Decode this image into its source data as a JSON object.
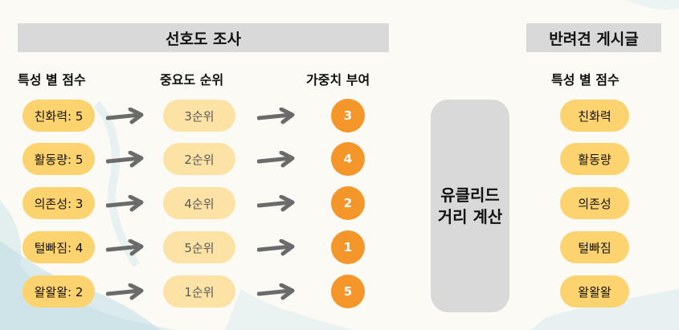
{
  "survey_title": "선호도 조사",
  "board_title": "반려견 게시글",
  "headers": {
    "score": "특성 별 점수",
    "rank": "중요도 순위",
    "weight": "가중치 부여",
    "board_score": "특성 별 점수"
  },
  "rows": [
    {
      "score": "친화력: 5",
      "rank": "3순위",
      "weight": "3"
    },
    {
      "score": "활동량: 5",
      "rank": "2순위",
      "weight": "4"
    },
    {
      "score": "의존성: 3",
      "rank": "4순위",
      "weight": "2"
    },
    {
      "score": "털빠짐: 4",
      "rank": "5순위",
      "weight": "1"
    },
    {
      "score": "왈왈왈: 2",
      "rank": "1순위",
      "weight": "5"
    }
  ],
  "center_box": {
    "line1": "유클리드",
    "line2": "거리 계산"
  },
  "board_traits": [
    "친화력",
    "활동량",
    "의존성",
    "털빠짐",
    "왈왈왈"
  ],
  "colors": {
    "score_pill": "#fdd36f",
    "rank_pill": "#fde2a6",
    "weight_circle": "#f5962b",
    "arrow": "#6b6b6b",
    "bar": "#d9d9d9"
  }
}
